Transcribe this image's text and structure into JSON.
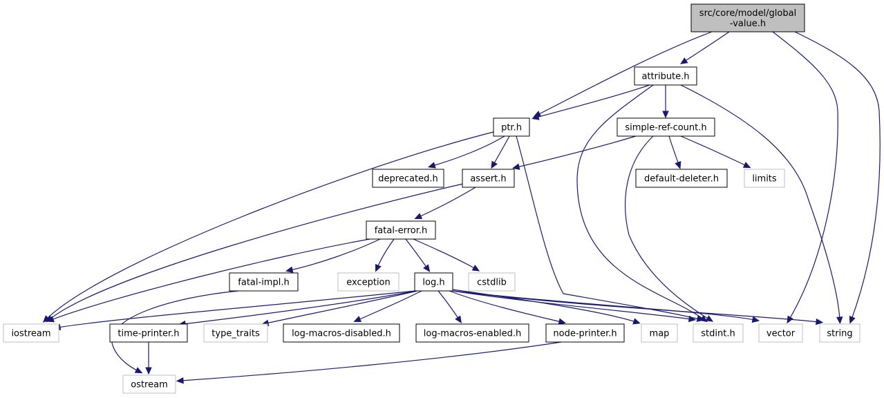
{
  "diagram": {
    "type": "include-dependency-graph",
    "nodes": [
      {
        "id": "global-value",
        "lines": [
          "src/core/model/global",
          "-value.h"
        ],
        "kind": "root"
      },
      {
        "id": "attribute",
        "lines": [
          "attribute.h"
        ],
        "kind": "local"
      },
      {
        "id": "ptr",
        "lines": [
          "ptr.h"
        ],
        "kind": "local"
      },
      {
        "id": "simple-ref-count",
        "lines": [
          "simple-ref-count.h"
        ],
        "kind": "local"
      },
      {
        "id": "deprecated",
        "lines": [
          "deprecated.h"
        ],
        "kind": "local"
      },
      {
        "id": "assert",
        "lines": [
          "assert.h"
        ],
        "kind": "local"
      },
      {
        "id": "default-deleter",
        "lines": [
          "default-deleter.h"
        ],
        "kind": "local"
      },
      {
        "id": "limits",
        "lines": [
          "limits"
        ],
        "kind": "system"
      },
      {
        "id": "fatal-error",
        "lines": [
          "fatal-error.h"
        ],
        "kind": "local"
      },
      {
        "id": "fatal-impl",
        "lines": [
          "fatal-impl.h"
        ],
        "kind": "local"
      },
      {
        "id": "exception",
        "lines": [
          "exception"
        ],
        "kind": "system"
      },
      {
        "id": "log",
        "lines": [
          "log.h"
        ],
        "kind": "local"
      },
      {
        "id": "cstdlib",
        "lines": [
          "cstdlib"
        ],
        "kind": "system"
      },
      {
        "id": "iostream",
        "lines": [
          "iostream"
        ],
        "kind": "system"
      },
      {
        "id": "time-printer",
        "lines": [
          "time-printer.h"
        ],
        "kind": "local"
      },
      {
        "id": "type-traits",
        "lines": [
          "type_traits"
        ],
        "kind": "system"
      },
      {
        "id": "log-macros-disabled",
        "lines": [
          "log-macros-disabled.h"
        ],
        "kind": "local"
      },
      {
        "id": "log-macros-enabled",
        "lines": [
          "log-macros-enabled.h"
        ],
        "kind": "local"
      },
      {
        "id": "node-printer",
        "lines": [
          "node-printer.h"
        ],
        "kind": "local"
      },
      {
        "id": "map",
        "lines": [
          "map"
        ],
        "kind": "system"
      },
      {
        "id": "stdint",
        "lines": [
          "stdint.h"
        ],
        "kind": "system"
      },
      {
        "id": "vector",
        "lines": [
          "vector"
        ],
        "kind": "system"
      },
      {
        "id": "string",
        "lines": [
          "string"
        ],
        "kind": "system"
      },
      {
        "id": "ostream",
        "lines": [
          "ostream"
        ],
        "kind": "system"
      }
    ],
    "edges": [
      {
        "from": "global-value",
        "to": "attribute"
      },
      {
        "from": "global-value",
        "to": "ptr"
      },
      {
        "from": "global-value",
        "to": "vector"
      },
      {
        "from": "global-value",
        "to": "string"
      },
      {
        "from": "attribute",
        "to": "ptr"
      },
      {
        "from": "attribute",
        "to": "simple-ref-count"
      },
      {
        "from": "attribute",
        "to": "stdint"
      },
      {
        "from": "attribute",
        "to": "string"
      },
      {
        "from": "ptr",
        "to": "deprecated"
      },
      {
        "from": "ptr",
        "to": "assert"
      },
      {
        "from": "ptr",
        "to": "iostream"
      },
      {
        "from": "ptr",
        "to": "stdint"
      },
      {
        "from": "simple-ref-count",
        "to": "assert"
      },
      {
        "from": "simple-ref-count",
        "to": "default-deleter"
      },
      {
        "from": "simple-ref-count",
        "to": "limits"
      },
      {
        "from": "simple-ref-count",
        "to": "stdint"
      },
      {
        "from": "assert",
        "to": "fatal-error"
      },
      {
        "from": "assert",
        "to": "iostream"
      },
      {
        "from": "fatal-error",
        "to": "fatal-impl"
      },
      {
        "from": "fatal-error",
        "to": "exception"
      },
      {
        "from": "fatal-error",
        "to": "log"
      },
      {
        "from": "fatal-error",
        "to": "cstdlib"
      },
      {
        "from": "fatal-error",
        "to": "iostream"
      },
      {
        "from": "fatal-impl",
        "to": "ostream"
      },
      {
        "from": "log",
        "to": "iostream"
      },
      {
        "from": "log",
        "to": "time-printer"
      },
      {
        "from": "log",
        "to": "type-traits"
      },
      {
        "from": "log",
        "to": "log-macros-disabled"
      },
      {
        "from": "log",
        "to": "log-macros-enabled"
      },
      {
        "from": "log",
        "to": "node-printer"
      },
      {
        "from": "log",
        "to": "map"
      },
      {
        "from": "log",
        "to": "stdint"
      },
      {
        "from": "log",
        "to": "vector"
      },
      {
        "from": "log",
        "to": "string"
      },
      {
        "from": "time-printer",
        "to": "ostream"
      },
      {
        "from": "node-printer",
        "to": "ostream"
      }
    ]
  }
}
